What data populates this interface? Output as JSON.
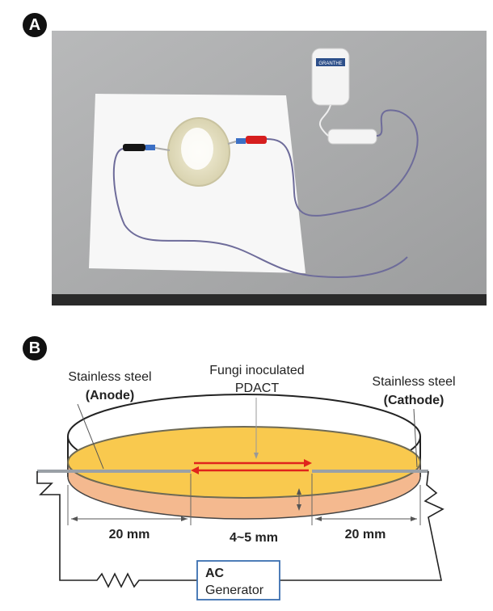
{
  "panels": {
    "a_label": "A",
    "b_label": "B"
  },
  "photo": {
    "device_brand": "GRANTHE"
  },
  "diagram": {
    "label_anode_line1": "Stainless steel",
    "label_anode_line2": "(Anode)",
    "label_center_line1": "Fungi inoculated",
    "label_center_line2": "PDACT",
    "label_cathode_line1": "Stainless steel",
    "label_cathode_line2": "(Cathode)",
    "dim_left": "20 mm",
    "dim_right": "20 mm",
    "dim_thickness": "4~5 mm",
    "generator_line1": "AC",
    "generator_line2": "Generator"
  },
  "colors": {
    "agar_fill": "#f9c94e",
    "base_fill": "#f4b98f",
    "arrow_red": "#e0241c",
    "generator_border": "#3a6fb0"
  }
}
